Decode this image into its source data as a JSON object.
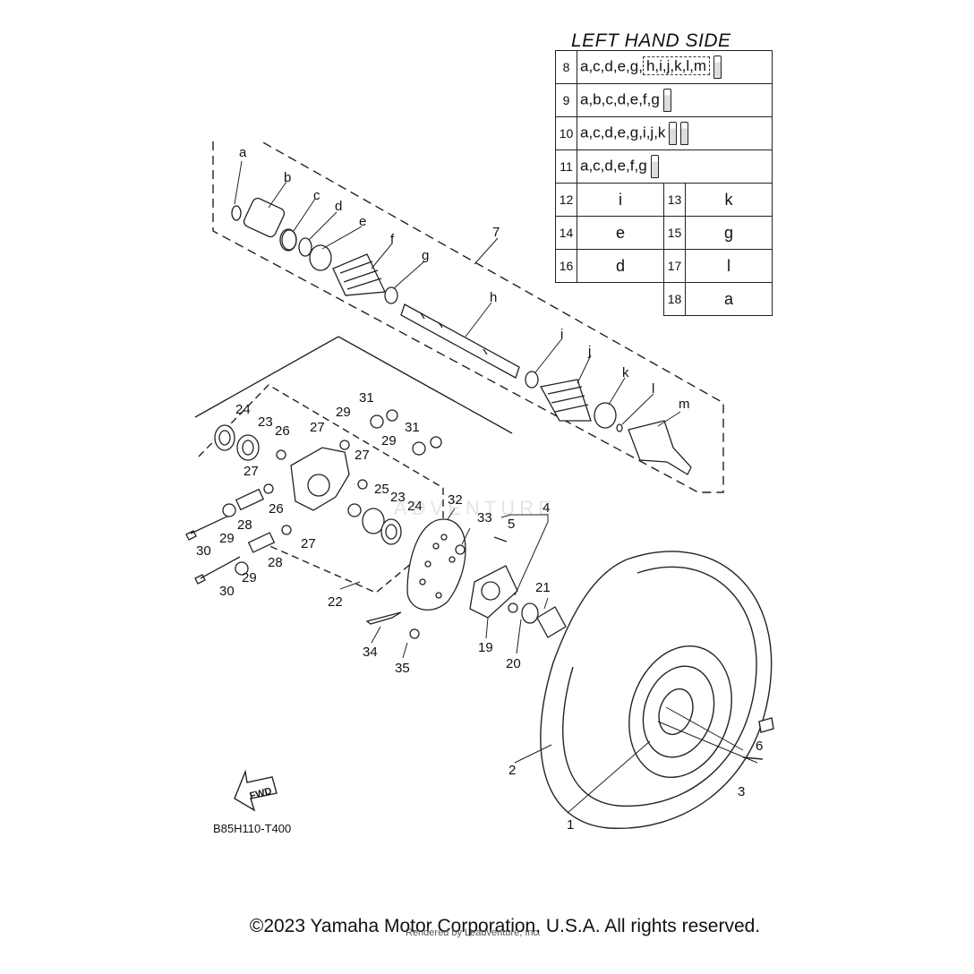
{
  "table": {
    "title": "LEFT HAND SIDE",
    "full_rows": [
      {
        "num": "8",
        "text": "a,c,d,e,g,",
        "boxed": "h,i,j,k,l,m",
        "tubes": 1
      },
      {
        "num": "9",
        "text": "a,b,c,d,e,f,g",
        "boxed": "",
        "tubes": 1
      },
      {
        "num": "10",
        "text": "a,c,d,e,g,i,j,k",
        "boxed": "",
        "tubes": 2
      },
      {
        "num": "11",
        "text": "a,c,d,e,f,g",
        "boxed": "",
        "tubes": 1
      }
    ],
    "pair_rows": [
      {
        "n1": "12",
        "v1": "i",
        "n2": "13",
        "v2": "k"
      },
      {
        "n1": "14",
        "v1": "e",
        "n2": "15",
        "v2": "g"
      },
      {
        "n1": "16",
        "v1": "d",
        "n2": "17",
        "v2": "l"
      }
    ],
    "last_row": {
      "n2": "18",
      "v2": "a"
    }
  },
  "callouts": {
    "a": "a",
    "b": "b",
    "c": "c",
    "d": "d",
    "e": "e",
    "f": "f",
    "g": "g",
    "h": "h",
    "i": "i",
    "j": "j",
    "k": "k",
    "l": "l",
    "m": "m",
    "n1": "1",
    "n2": "2",
    "n3": "3",
    "n4": "4",
    "n5": "5",
    "n6": "6",
    "n7": "7",
    "n19": "19",
    "n20": "20",
    "n21": "21",
    "n22": "22",
    "n23a": "23",
    "n23b": "23",
    "n24a": "24",
    "n24b": "24",
    "n25": "25",
    "n26a": "26",
    "n26b": "26",
    "n27a": "27",
    "n27b": "27",
    "n27c": "27",
    "n27d": "27",
    "n28a": "28",
    "n28b": "28",
    "n29a": "29",
    "n29b": "29",
    "n29c": "29",
    "n29d": "29",
    "n30a": "30",
    "n30b": "30",
    "n31a": "31",
    "n31b": "31",
    "n32": "32",
    "n33": "33",
    "n34": "34",
    "n35": "35"
  },
  "fwd_label": "FWD",
  "part_number": "B85H110-T400",
  "copyright": "©2023 Yamaha Motor Corporation, U.S.A. All rights reserved.",
  "rendered_by": "Rendered by Leadventure, Inc.",
  "watermark": "ADVENTURE"
}
